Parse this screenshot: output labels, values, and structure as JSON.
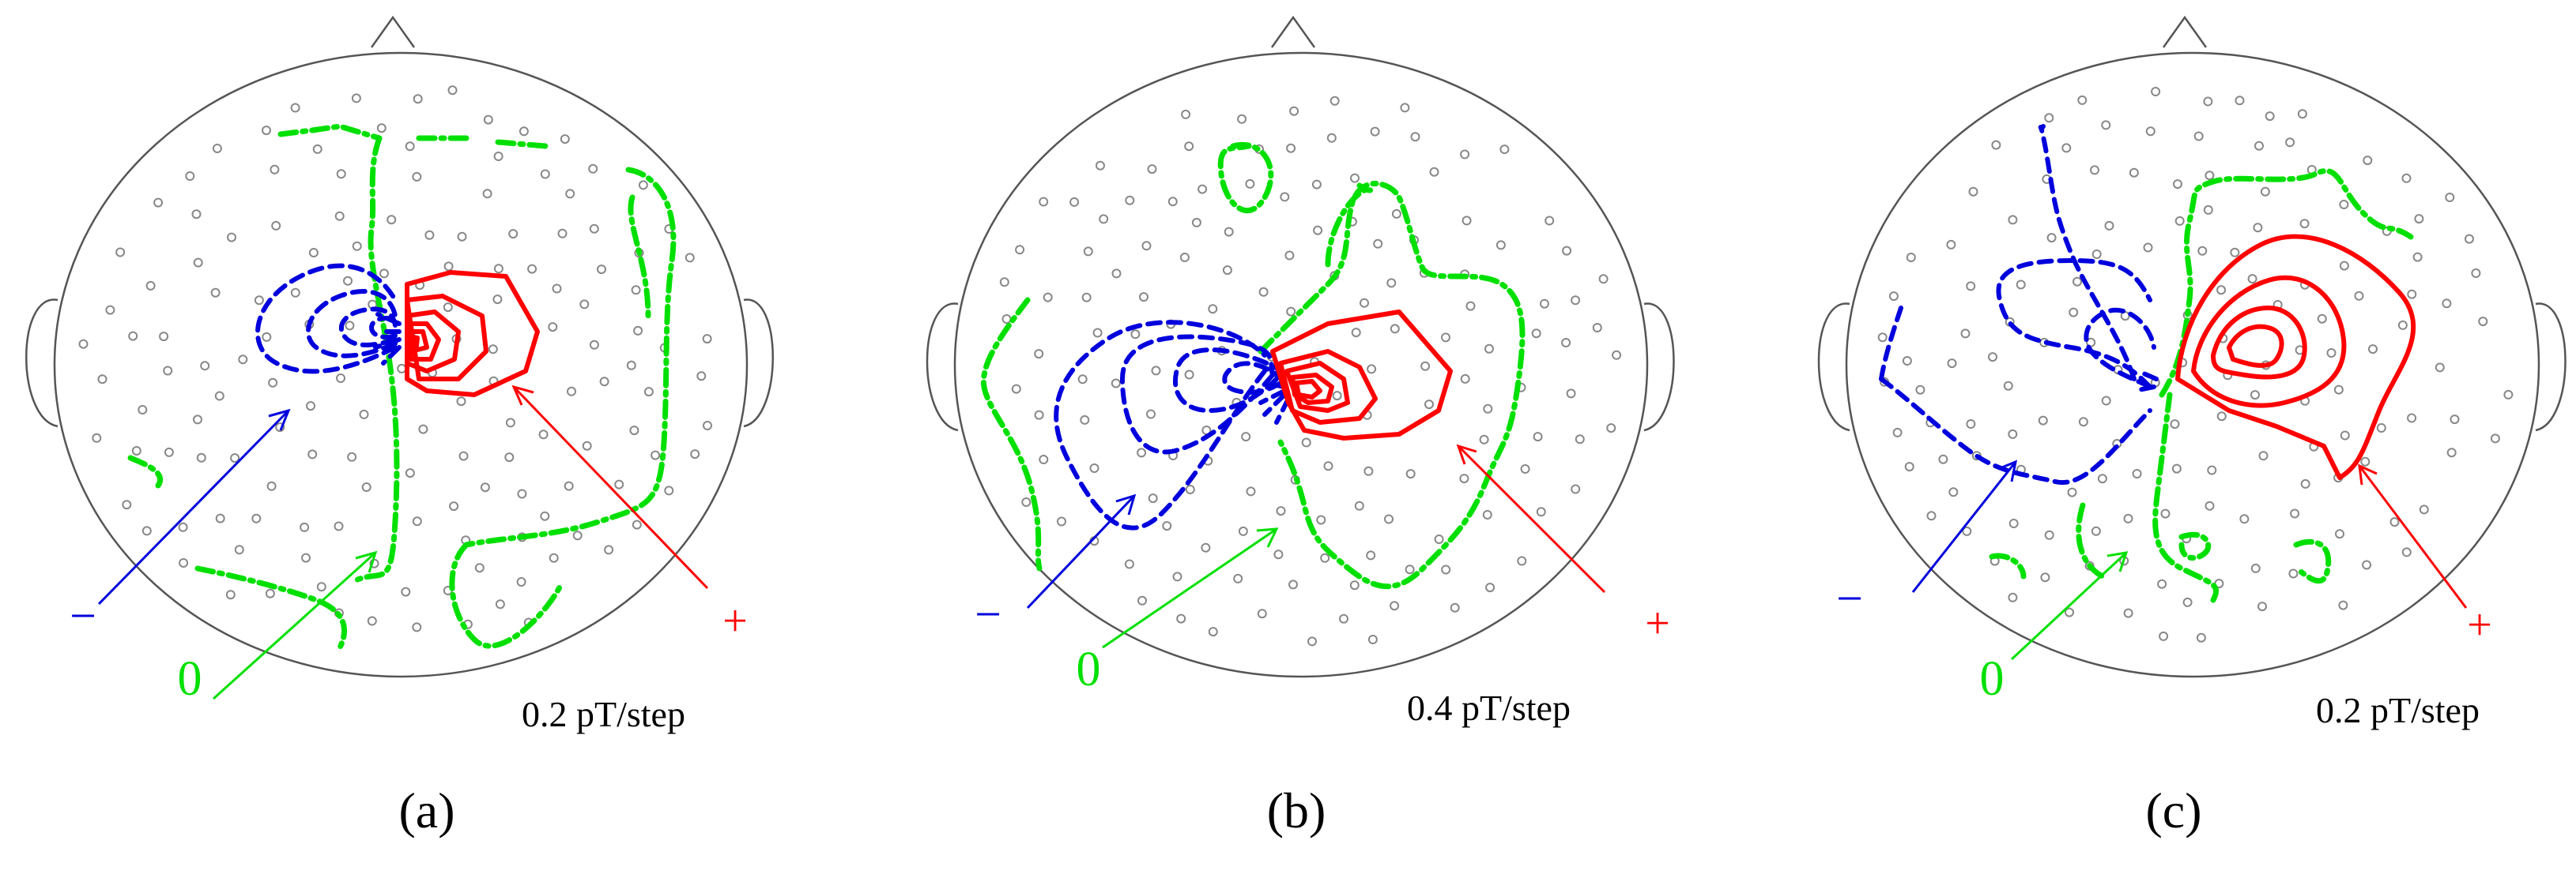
{
  "colors": {
    "outline": "#555555",
    "sensor": "#888888",
    "negative": "#0000ff",
    "zero": "#00ee00",
    "positive": "#ff0000",
    "text": "#000000"
  },
  "legend_symbols": {
    "negative": "−",
    "zero": "0",
    "positive": "+"
  },
  "panels": [
    {
      "id": "a",
      "label": "(a)",
      "scale": "0.2 pT/step"
    },
    {
      "id": "b",
      "label": "(b)",
      "scale": "0.4 pT/step"
    },
    {
      "id": "c",
      "label": "(c)",
      "scale": "0.2 pT/step"
    }
  ]
}
